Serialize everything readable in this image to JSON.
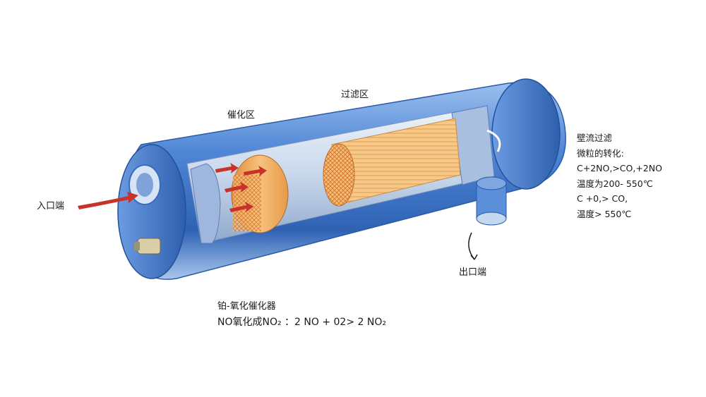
{
  "labels": {
    "catalyst_zone": "催化区",
    "filter_zone": "过滤区",
    "inlet": "入口端",
    "outlet": "出口端"
  },
  "right_note": {
    "lines": [
      "壁流过滤",
      "微粒的转化:",
      "C+2NO,>CO,+2NO",
      "温度为200- 550℃",
      "C +0,> CO,",
      "温度> 550℃"
    ]
  },
  "bottom_note": {
    "title": "铂-氧化催化器",
    "equation": "NO氧化成NO₂ ：2 NO + 02> 2 NO₂"
  },
  "colors": {
    "shell_blue": "#4f86d6",
    "shell_light": "#b9d4f3",
    "shell_dark": "#24509a",
    "catalyst_orange": "#f2a95a",
    "filter_orange": "#f6c27a",
    "arrow_red": "#c8322a"
  }
}
